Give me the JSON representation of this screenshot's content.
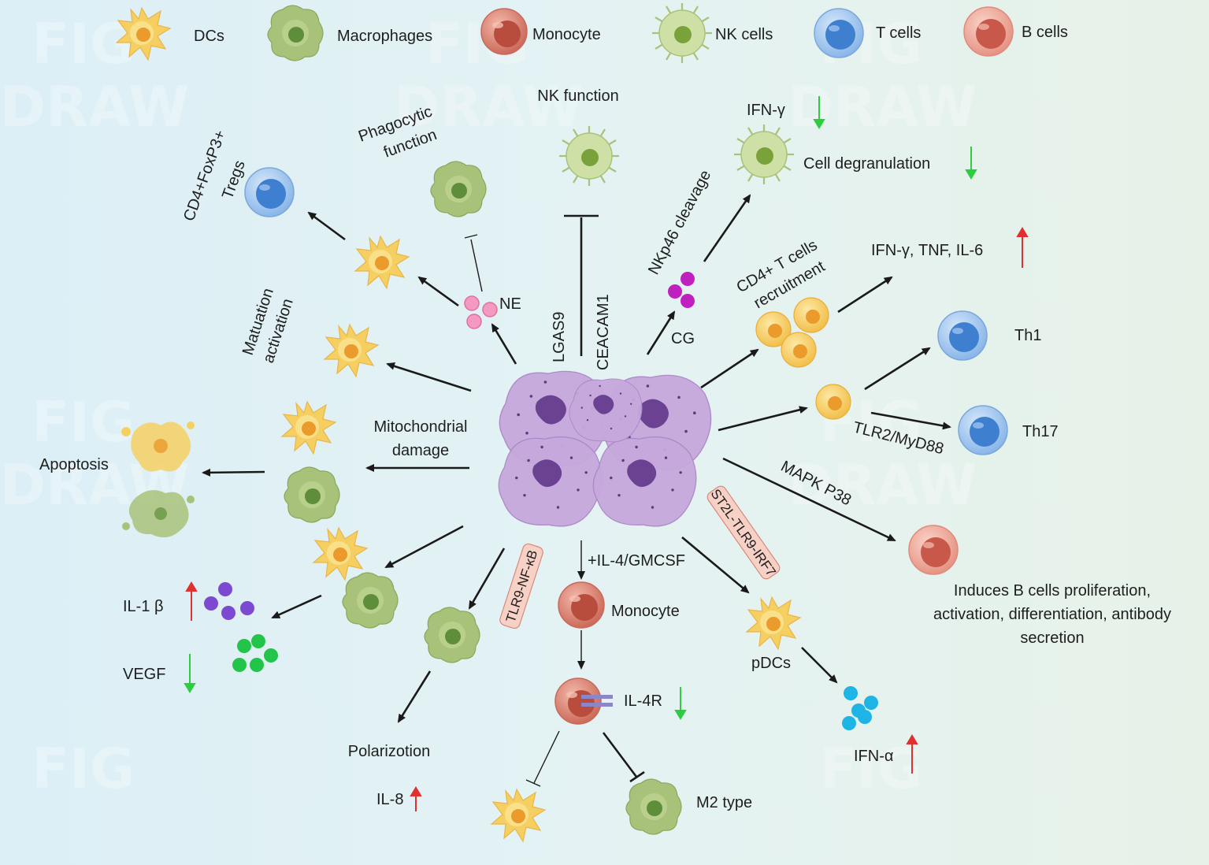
{
  "legend": [
    {
      "label": "DCs",
      "cell": "dc"
    },
    {
      "label": "Macrophages",
      "cell": "mac"
    },
    {
      "label": "Monocyte",
      "cell": "mono"
    },
    {
      "label": "NK cells",
      "cell": "nk"
    },
    {
      "label": "T cells",
      "cell": "tcell"
    },
    {
      "label": "B cells",
      "cell": "bcell"
    }
  ],
  "labels": {
    "nk_function": "NK function",
    "ifn_gamma": "IFN-γ",
    "cell_degranulation": "Cell degranulation",
    "phagocytic_1": "Phagocytic",
    "phagocytic_2": "function",
    "tregs_1": "CD4+FoxP3+",
    "tregs_2": "Tregs",
    "nkp46": "NKp46 cleavage",
    "cd4_recruit_1": "CD4+ T cells",
    "cd4_recruit_2": "recruitment",
    "cytokines": "IFN-γ, TNF,  IL-6",
    "ne": "NE",
    "lgals9": "LGAS9",
    "ceacam1": "CEACAM1",
    "cg": "CG",
    "maturation_1": "Matuation",
    "maturation_2": "activation",
    "th1": "Th1",
    "th17": "Th17",
    "tlr2": "TLR2/MyD88",
    "mito_1": "Mitochondrial",
    "mito_2": "damage",
    "apoptosis": "Apoptosis",
    "mapk": "MAPK P38",
    "st2l": "ST2L-TLR9-IRF7",
    "tlr9nfkb": "TLR9-NF-κB",
    "il4gmcsf": "+IL-4/GMCSF",
    "monocyte": "Monocyte",
    "il1b": "IL-1 β",
    "vegf": "VEGF",
    "bcell_1": "Induces B cells proliferation,",
    "bcell_2": "activation, differentiation, antibody",
    "bcell_3": "secretion",
    "pdcs": "pDCs",
    "il4r": "IL-4R",
    "polarization": "Polarizotion",
    "ifn_alpha": "IFN-α",
    "il8": "IL-8",
    "m2": "M2 type"
  },
  "watermark": {
    "word1": "FIG",
    "word2": "DRAW"
  },
  "colors": {
    "dc_body": "#f6cf63",
    "dc_core": "#eb9a2c",
    "mac_body": "#a9c27a",
    "mac_core": "#5f8e3a",
    "mono_body": "#e08a7a",
    "mono_core": "#b84d3e",
    "nk_body": "#cfe0a6",
    "nk_core": "#7aa23a",
    "t_body": "#9fc4ec",
    "t_core": "#3e7fcf",
    "b_body": "#f0a496",
    "b_core": "#c7584a",
    "neutrophil": "#c7a8dc",
    "neutrophil_nucleus": "#6a4291",
    "ne_granule": "#f49ac1",
    "cg_granule": "#c020c0",
    "il1b_granule": "#7c4ad0",
    "vegf_granule": "#22c44a",
    "ifna_granule": "#1eb4e6",
    "up_arrow": "#e03030",
    "down_arrow": "#2ecc40",
    "tag_fill": "#f7d0c6",
    "tag_stroke": "#d9897a"
  }
}
